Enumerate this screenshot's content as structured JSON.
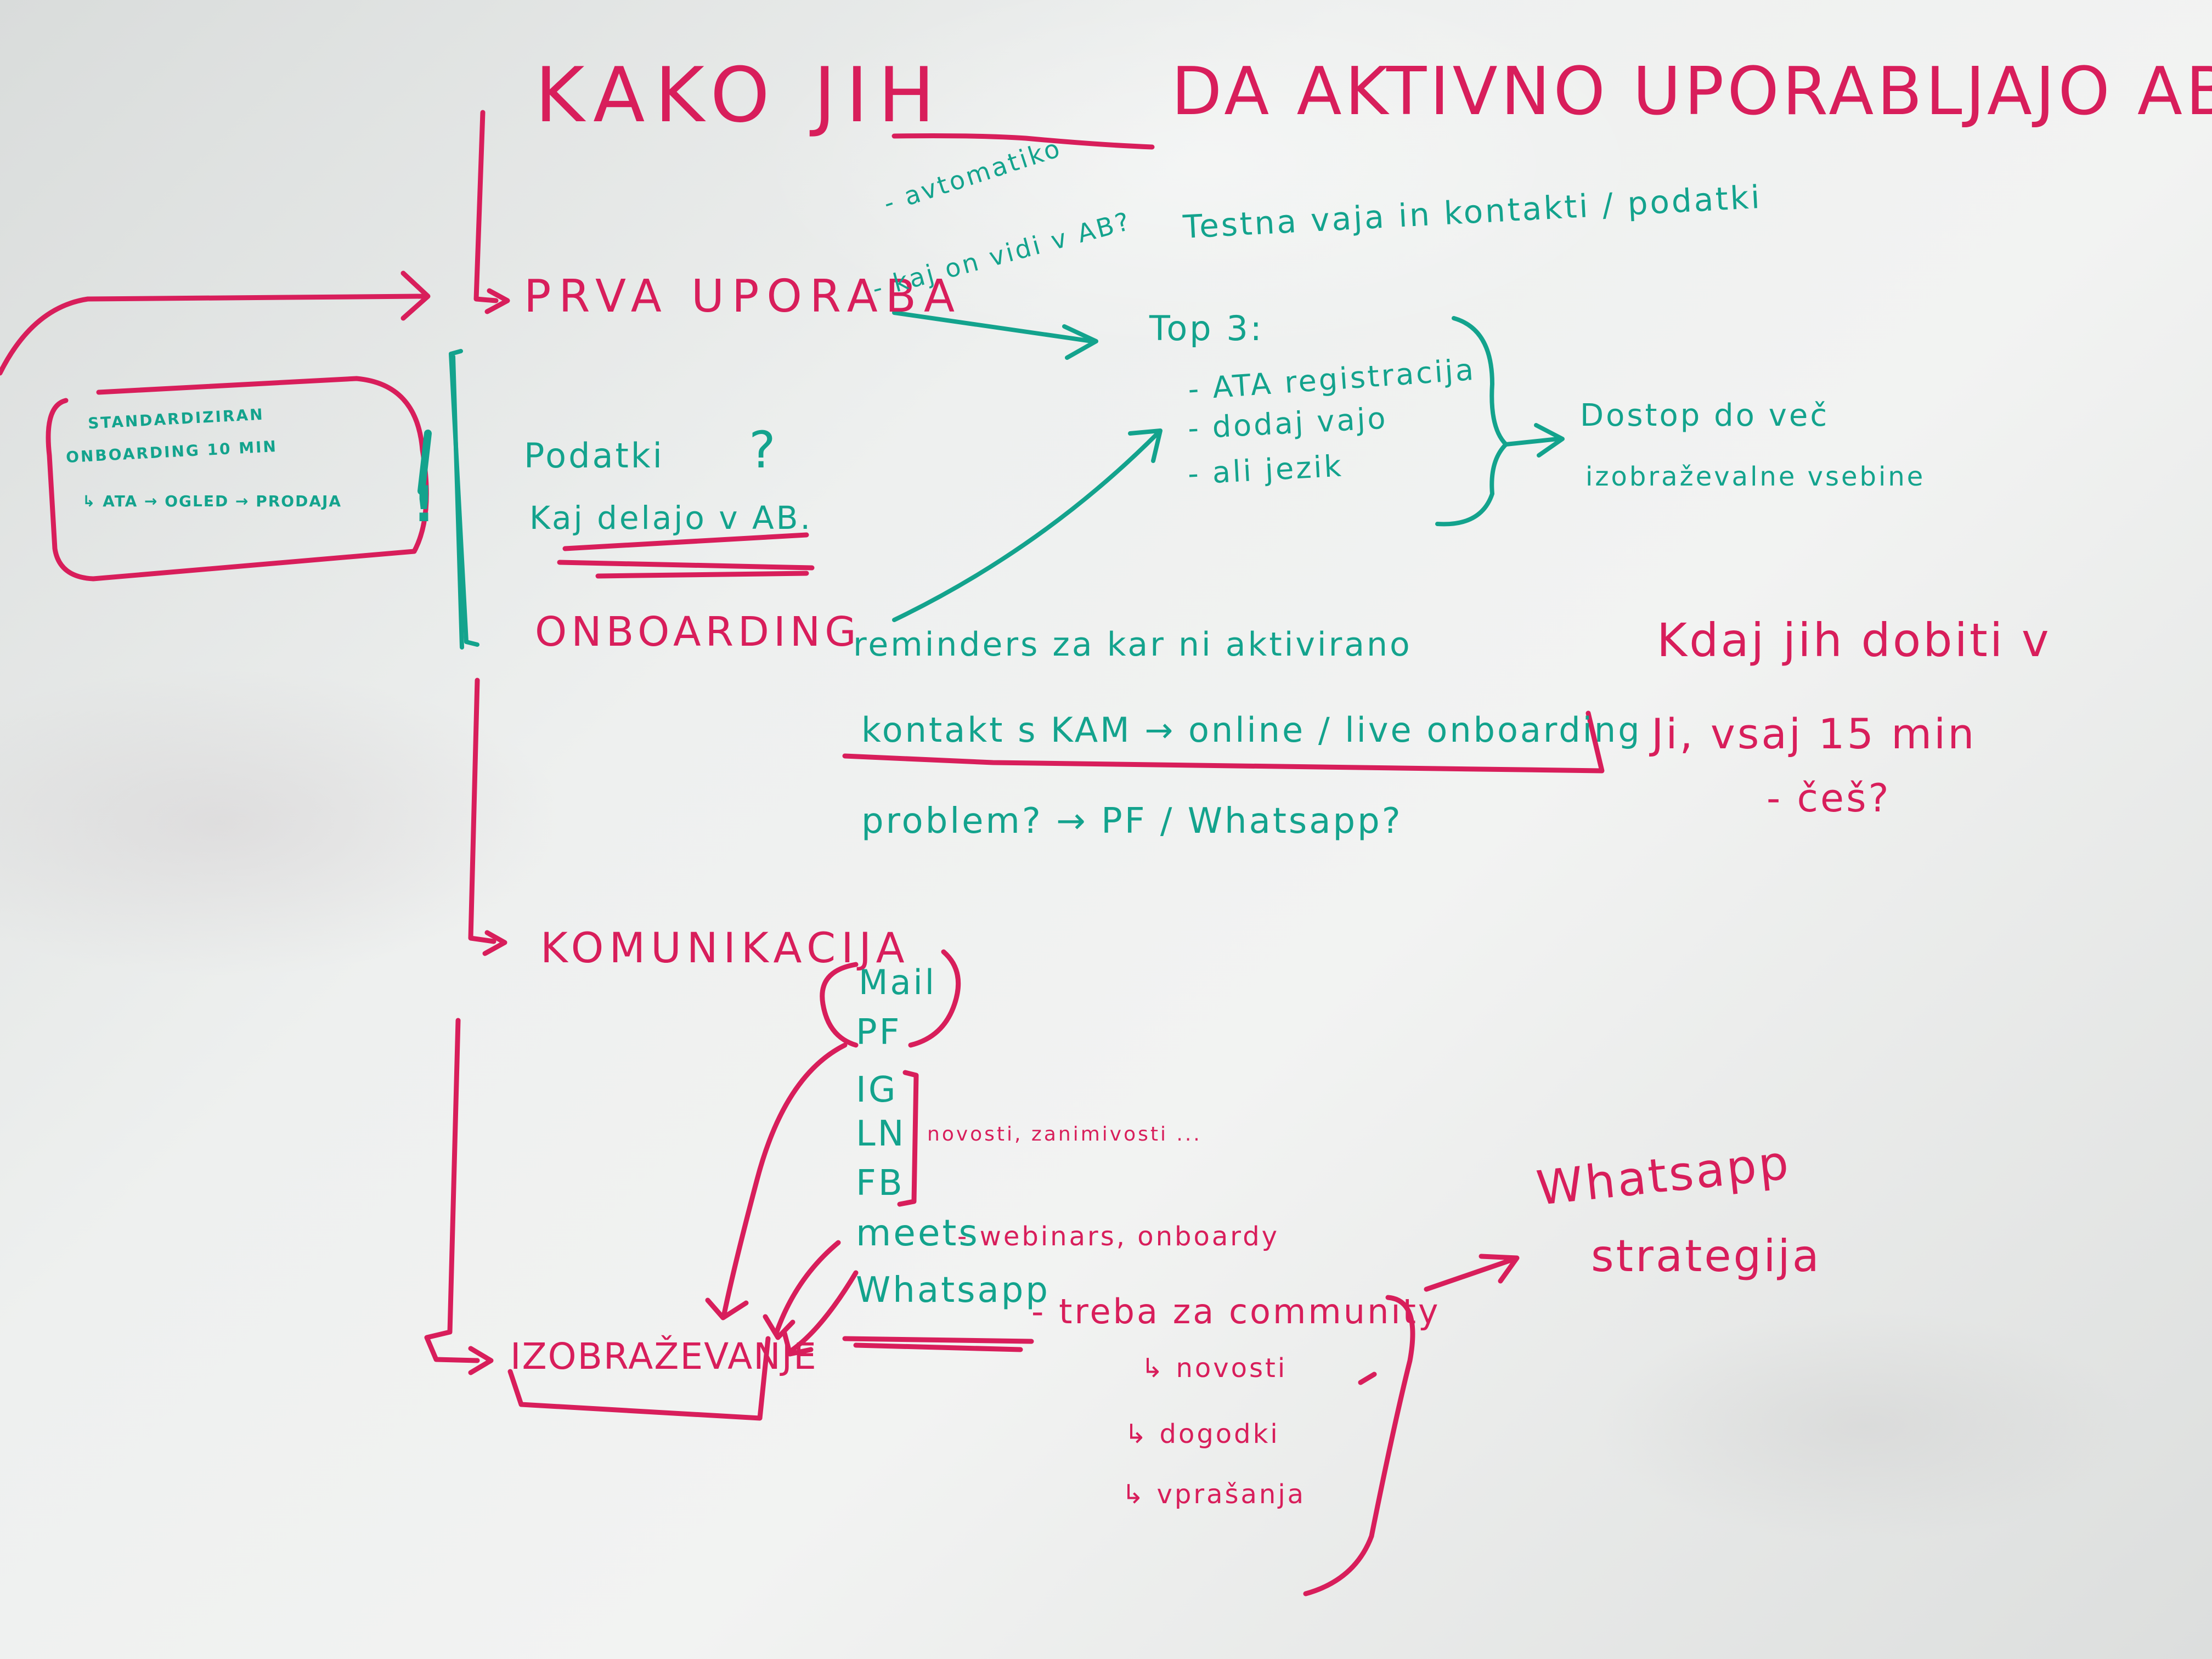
{
  "colors": {
    "magenta": "#d81e5b",
    "teal": "#13a38d",
    "board": "#eef0ef"
  },
  "title_left": "KAKO JIH",
  "title_right": "DA AKTIVNO UPORABLJAJO AB?",
  "branches": {
    "prva_uporaba": "PRVA UPORABA",
    "onboarding": "ONBOARDING",
    "komunikacija": "KOMUNIKACIJA",
    "izobrazevanje": "IZOBRAŽEVANJE"
  },
  "first_use_notes": [
    "- avtomatiko",
    "- kaj on vidi v AB?"
  ],
  "test_note": "Testna vaja in kontakti / podatki",
  "top3": {
    "heading": "Top 3:",
    "items": [
      "- ATA registracija",
      "- dodaj vajo",
      "- ali jezik"
    ]
  },
  "dostop": [
    "Dostop do več",
    "izobraževalne vsebine"
  ],
  "standard_box": [
    "STANDARDIZIRAN",
    "ONBOARDING 10 MIN",
    "↳ ATA → OGLED → PRODAJA"
  ],
  "exclamation": "!",
  "podatki": {
    "title": "Podatki",
    "question": "Kaj delajo v AB.",
    "qmark": "?"
  },
  "onboarding_notes": [
    "reminders za kar ni aktivirano",
    "kontakt s KAM → online / live onboarding",
    "problem? → PF / Whatsapp?"
  ],
  "right_note": [
    "Kdaj jih dobiti v",
    "Ji, vsaj 15 min",
    "- češ?"
  ],
  "channels": [
    "Mail",
    "PF",
    "IG",
    "LN",
    "FB",
    "meets",
    "Whatsapp"
  ],
  "social_note": "novosti, zanimivosti ...",
  "meets_note": "- webinars, onboardy",
  "whatsapp_note": "- treba za community",
  "whatsapp_sub": [
    "↳ novosti",
    "↳ dogodki",
    "↳ vprašanja"
  ],
  "whatsapp_strategy": [
    "Whatsapp",
    "strategija"
  ]
}
